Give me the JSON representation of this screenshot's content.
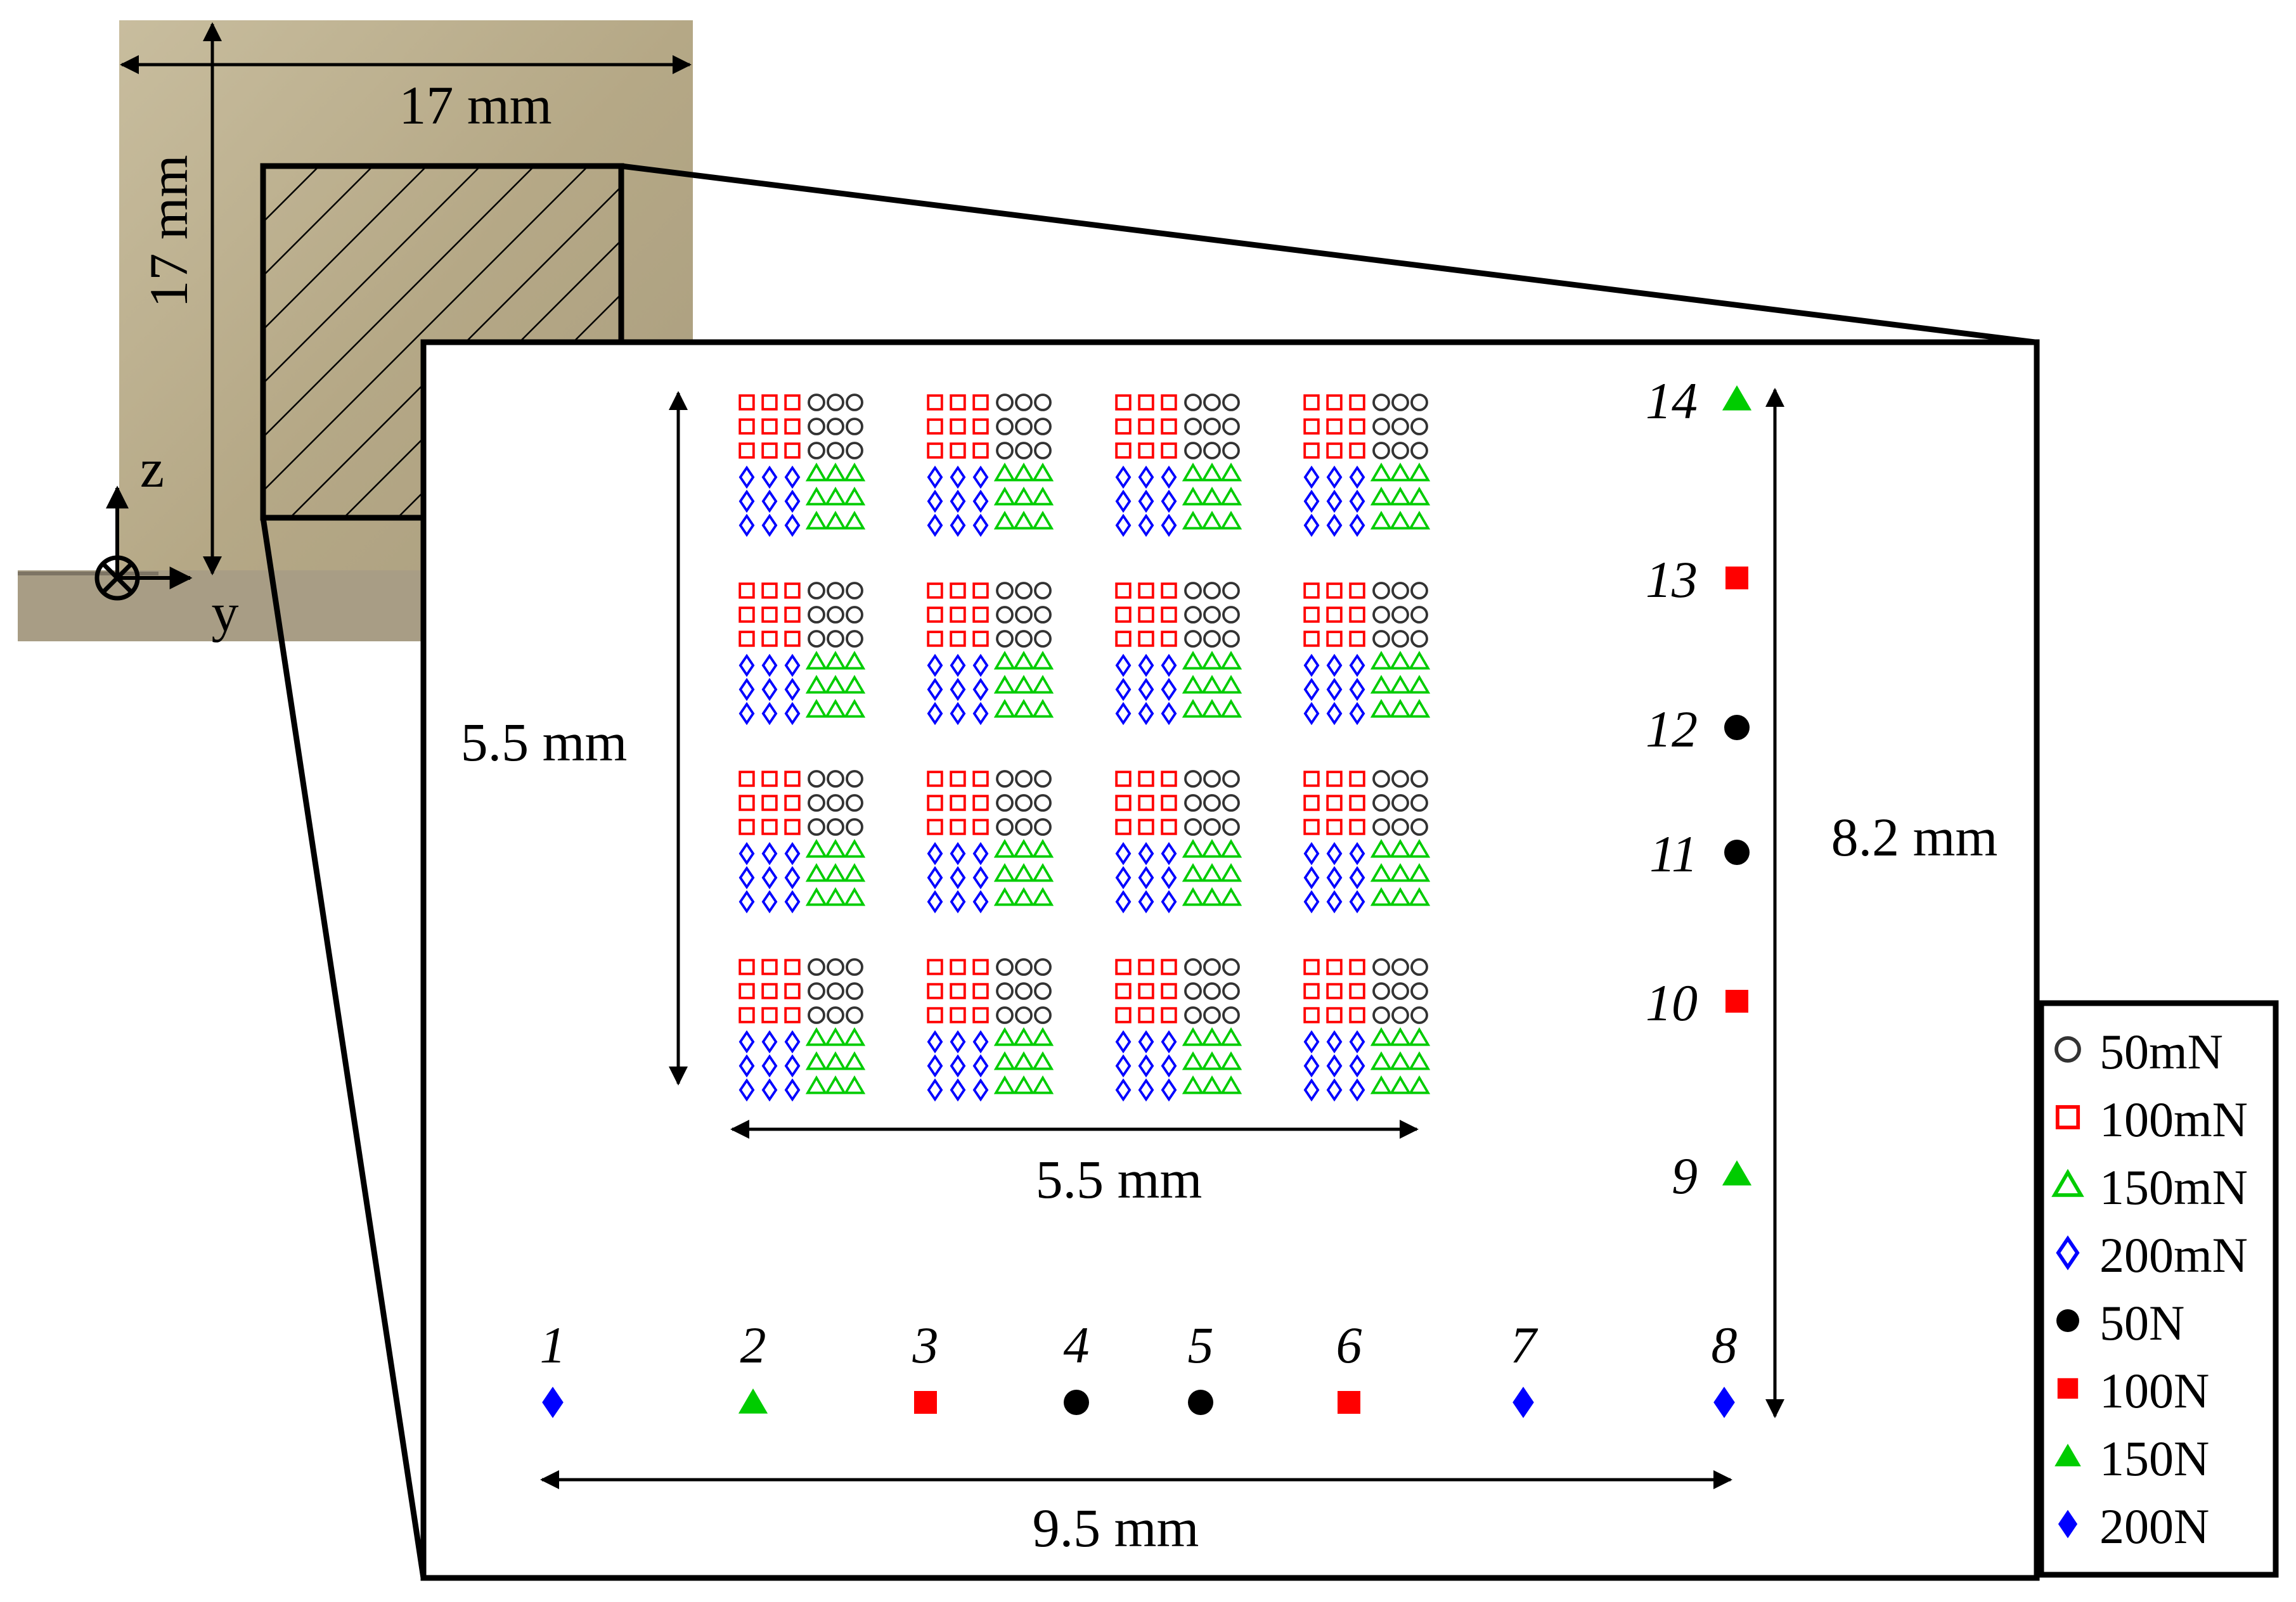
{
  "photo": {
    "width_label": "17 mm",
    "height_label": "17 mm",
    "axis_z": "z",
    "axis_y": "y",
    "colors": {
      "plate": "#b8ab8c",
      "base": "#a89d85",
      "shadow": "#8a8070"
    }
  },
  "inset": {
    "grid_height_label": "5.5 mm",
    "grid_width_label": "5.5 mm",
    "bottom_span_label": "9.5 mm",
    "right_span_label": "8.2 mm",
    "grid": {
      "rows": 4,
      "cols": 4,
      "pattern": "3x3 squares (100mN) + 3x3 circles (50mN) on top; 3x3 diamonds (200mN) + 3x3 triangles (150mN) below"
    },
    "indents": [
      {
        "id": "1",
        "load": "200N"
      },
      {
        "id": "2",
        "load": "150N"
      },
      {
        "id": "3",
        "load": "100N"
      },
      {
        "id": "4",
        "load": "50N"
      },
      {
        "id": "5",
        "load": "50N"
      },
      {
        "id": "6",
        "load": "100N"
      },
      {
        "id": "7",
        "load": "200N"
      },
      {
        "id": "8",
        "load": "200N"
      },
      {
        "id": "9",
        "load": "150N"
      },
      {
        "id": "10",
        "load": "100N"
      },
      {
        "id": "11",
        "load": "50N"
      },
      {
        "id": "12",
        "load": "50N"
      },
      {
        "id": "13",
        "load": "100N"
      },
      {
        "id": "14",
        "load": "150N"
      }
    ]
  },
  "legend": [
    {
      "label": "50mN",
      "marker": "circle-open",
      "color": "#333333"
    },
    {
      "label": "100mN",
      "marker": "square-open",
      "color": "#ff0000"
    },
    {
      "label": "150mN",
      "marker": "triangle-open",
      "color": "#00cc00"
    },
    {
      "label": "200mN",
      "marker": "diamond-open",
      "color": "#0000ff"
    },
    {
      "label": "50N",
      "marker": "circle-filled",
      "color": "#000000"
    },
    {
      "label": "100N",
      "marker": "square-filled",
      "color": "#ff0000"
    },
    {
      "label": "150N",
      "marker": "triangle-filled",
      "color": "#00cc00"
    },
    {
      "label": "200N",
      "marker": "diamond-filled",
      "color": "#0000ff"
    }
  ]
}
